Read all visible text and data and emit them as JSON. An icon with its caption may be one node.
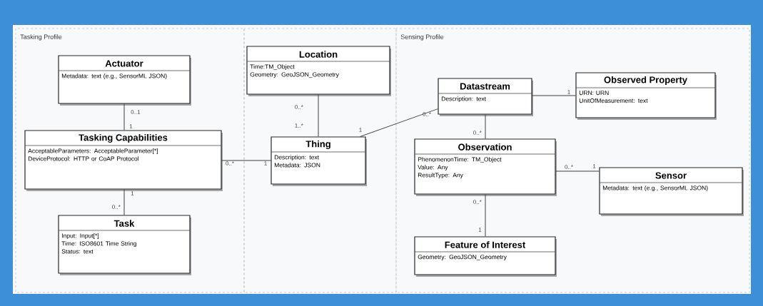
{
  "diagram": {
    "nodes": [
      {
        "text": [
          "Tasking Profile"
        ]
      },
      {
        "text": [
          "Actuator",
          "Metadata: text (e.g., SensorML JSON)"
        ],
        "in": 0
      },
      {
        "text": [
          "Tasking Capabilities",
          "AcceptableParameters: AcceptableParameter[*]",
          "DeviceProtocol: HTTP or CoAP Protocol"
        ],
        "in": 0
      },
      {
        "text": [
          "Task",
          "Input: Input[*]",
          "Time: ISO8601 Time String",
          "Status: text"
        ],
        "in": 0
      },
      {
        "text": [
          "Location",
          "Time:TM_Object",
          "Geometry: GeoJSON_Geometry"
        ]
      },
      {
        "text": [
          "Thing",
          "Description: text",
          "Metadata: JSON"
        ]
      },
      {
        "text": [
          "Sensing Profile"
        ]
      },
      {
        "text": [
          "Datastream",
          "Description: text"
        ],
        "in": 6
      },
      {
        "text": [
          "Observed Property",
          "URN: URN",
          "UnitOfMeasurement: text"
        ],
        "in": 6
      },
      {
        "text": [
          "Observation",
          "PhenomenonTime: TM_Object",
          "Value: Any",
          "ResultType: Any"
        ],
        "in": 6
      },
      {
        "text": [
          "Sensor",
          "Metadata: text (e.g., SensorML JSON)"
        ],
        "in": 6
      },
      {
        "text": [
          "Feature of Interest",
          "Geometry: GeoJSON_Geometry"
        ],
        "in": 6
      }
    ],
    "edges": [
      {
        "from": 1,
        "to": 2,
        "arrow": "none"
      },
      {
        "from": 2,
        "to": 3,
        "arrow": "none"
      },
      {
        "from": 2,
        "to": 5,
        "arrow": "none"
      },
      {
        "from": 4,
        "to": 5,
        "arrow": "none"
      },
      {
        "from": 7,
        "to": 5,
        "arrow": "none"
      },
      {
        "from": 7,
        "to": 8,
        "arrow": "none"
      },
      {
        "from": 7,
        "to": 9,
        "arrow": "none"
      },
      {
        "from": 9,
        "to": 10,
        "arrow": "none"
      },
      {
        "from": 9,
        "to": 11,
        "arrow": "none"
      }
    ],
    "labels": [
      "0..*",
      "0..1",
      "1..*",
      "1",
      "0..*",
      "1",
      "1",
      "0..*",
      "1",
      "0..*",
      "1",
      "0..*",
      "1",
      "0..*",
      "0..*",
      "1"
    ]
  }
}
